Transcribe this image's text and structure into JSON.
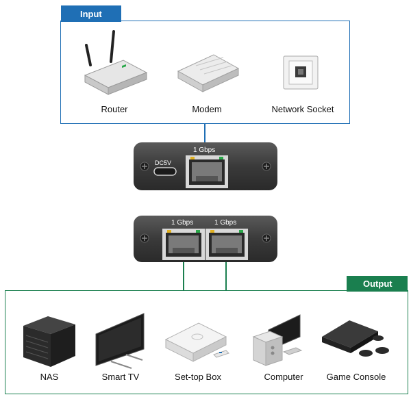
{
  "input": {
    "title": "Input",
    "devices": [
      {
        "label": "Router",
        "icon": "router-icon"
      },
      {
        "label": "Modem",
        "icon": "modem-icon"
      },
      {
        "label": "Network Socket",
        "icon": "network-socket-icon"
      }
    ]
  },
  "top_unit": {
    "port_speed": "1 Gbps",
    "power_label": "DC5V"
  },
  "bottom_unit": {
    "port_speeds": [
      "1 Gbps",
      "1 Gbps"
    ]
  },
  "output": {
    "title": "Output",
    "devices": [
      {
        "label": "NAS",
        "icon": "nas-icon"
      },
      {
        "label": "Smart TV",
        "icon": "smart-tv-icon"
      },
      {
        "label": "Set-top Box",
        "icon": "set-top-box-icon"
      },
      {
        "label": "Computer",
        "icon": "computer-icon"
      },
      {
        "label": "Game Console",
        "icon": "game-console-icon"
      }
    ]
  },
  "colors": {
    "input_accent": "#1f6fb5",
    "output_accent": "#1a7f4f",
    "unit_body": "#3a3a3a"
  }
}
